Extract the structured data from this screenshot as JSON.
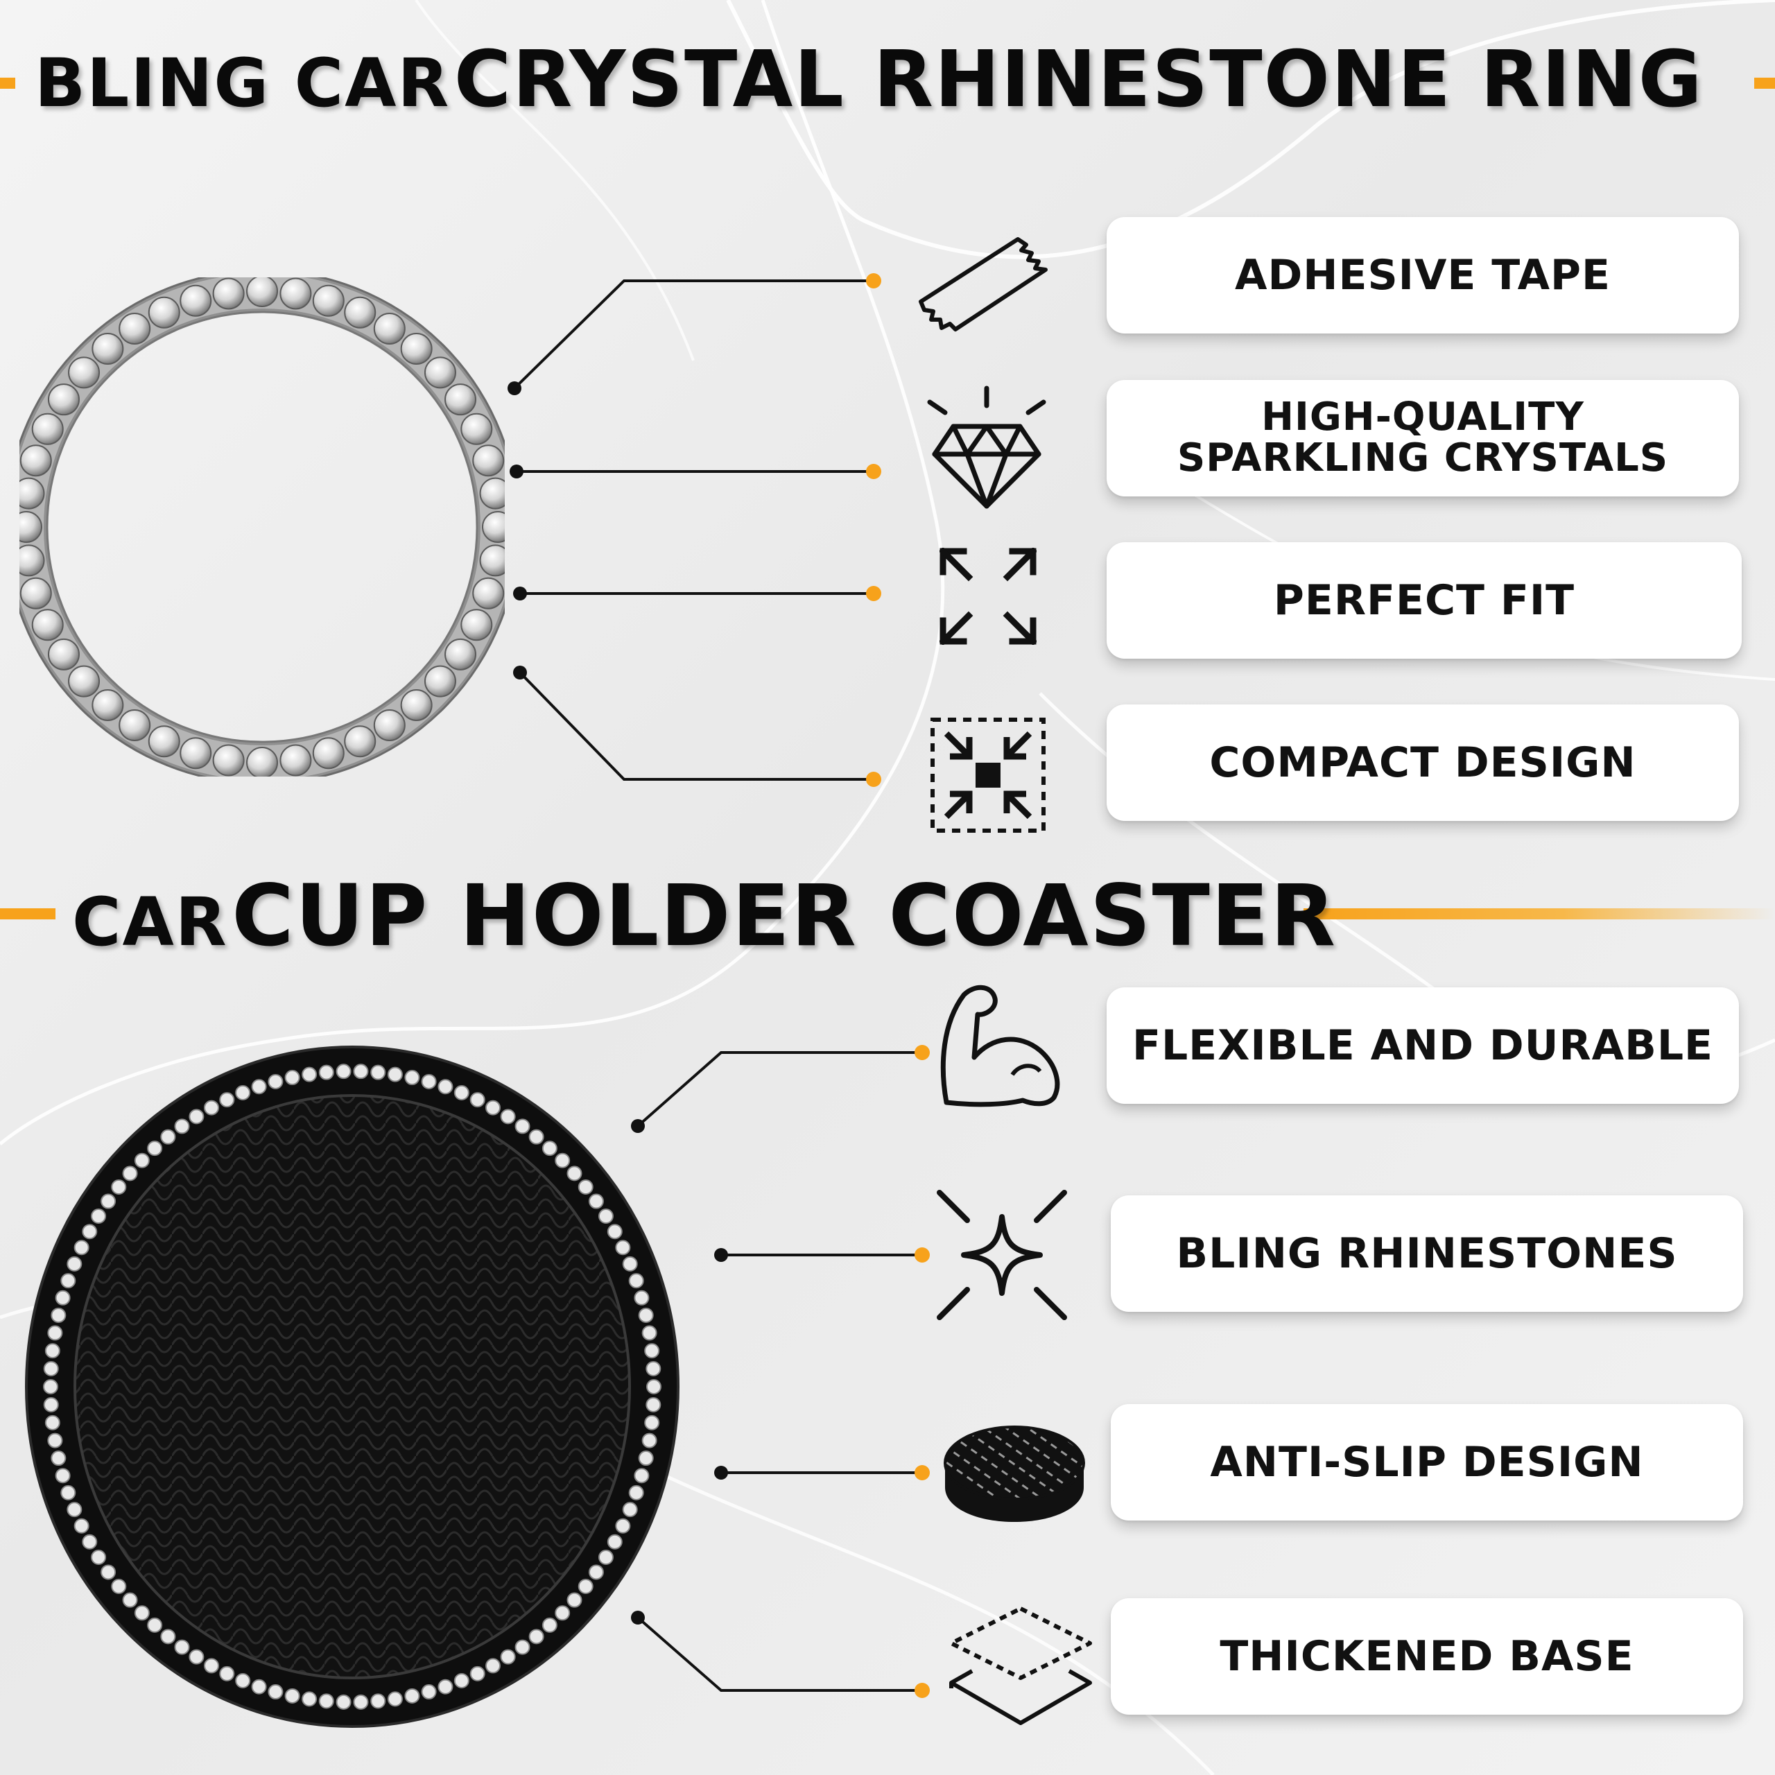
{
  "section_ring": {
    "heading_light": "BLING CAR",
    "heading_strong": "CRYSTAL RHINESTONE RING",
    "features": [
      {
        "label": "ADHESIVE TAPE",
        "icon": "adhesive-tape-icon"
      },
      {
        "label": "HIGH-QUALITY\nSPARKLING CRYSTALS",
        "icon": "diamond-icon"
      },
      {
        "label": "PERFECT FIT",
        "icon": "expand-arrows-icon"
      },
      {
        "label": "COMPACT DESIGN",
        "icon": "compress-arrows-icon"
      }
    ]
  },
  "section_coaster": {
    "heading_light": "CAR",
    "heading_strong": "CUP HOLDER COASTER",
    "features": [
      {
        "label": "FLEXIBLE AND DURABLE",
        "icon": "flexed-arm-icon"
      },
      {
        "label": "BLING RHINESTONES",
        "icon": "sparkle-icon"
      },
      {
        "label": "ANTI-SLIP DESIGN",
        "icon": "anti-slip-pad-icon"
      },
      {
        "label": "THICKENED BASE",
        "icon": "layers-icon"
      }
    ]
  },
  "colors": {
    "accent": "#f7a21b",
    "text": "#0a0a0a",
    "card": "#ffffff"
  }
}
